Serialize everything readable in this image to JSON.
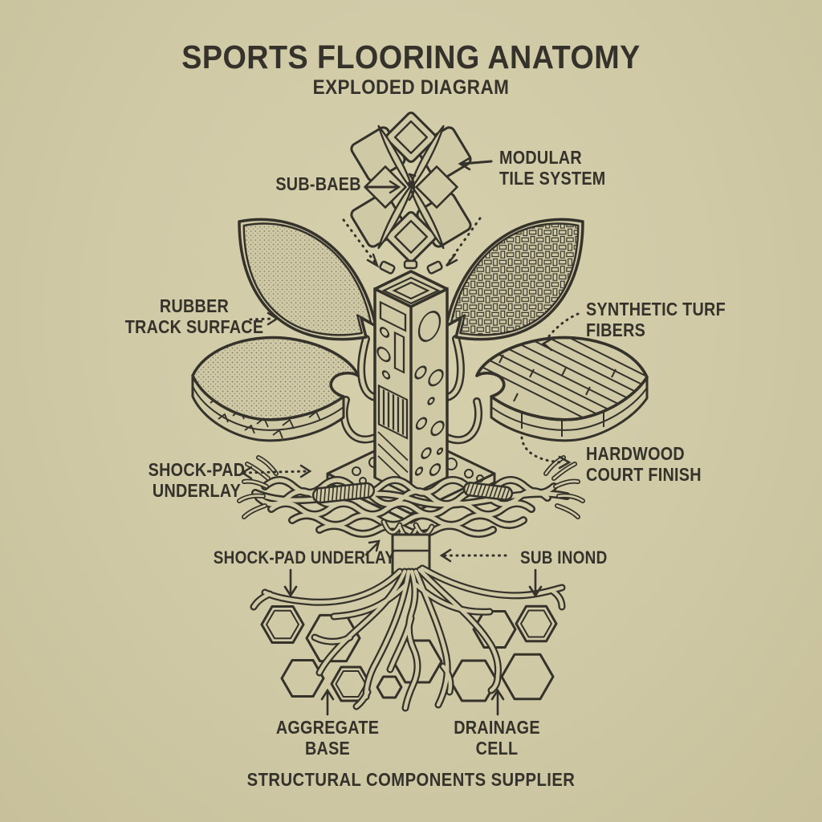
{
  "palette": {
    "background": "#cfc9a6",
    "ink": "#34322a"
  },
  "header": {
    "title": "SPORTS FLOORING ANATOMY",
    "subtitle": "EXPLODED DIAGRAM"
  },
  "callouts": {
    "sub_base": {
      "lines": [
        "SUB-BAEB"
      ]
    },
    "modular_tile_system": {
      "lines": [
        "MODULAR",
        "TILE SYSTEM"
      ]
    },
    "rubber_track_surface": {
      "lines": [
        "RUBBER",
        "TRACK SURFACE"
      ]
    },
    "synthetic_turf_fibers": {
      "lines": [
        "SYNTHETIC TURF",
        "FIBERS"
      ]
    },
    "shock_pad_underlay": {
      "lines": [
        "SHOCK-PAD",
        "UNDERLAY"
      ]
    },
    "hardwood_court_finish": {
      "lines": [
        "HARDWOOD",
        "COURT FINISH"
      ]
    },
    "shock_pad_underlay_lower": {
      "lines": [
        "SHOCK-PAD UNDERLAY"
      ]
    },
    "sub_inond": {
      "lines": [
        "SUB INOND"
      ]
    },
    "aggregate_base": {
      "lines": [
        "AGGREGATE",
        "BASE"
      ]
    },
    "drainage_cell": {
      "lines": [
        "DRAINAGE",
        "CELL"
      ]
    }
  },
  "footer": {
    "text": "STRUCTURAL COMPONENTS SUPPLIER"
  }
}
